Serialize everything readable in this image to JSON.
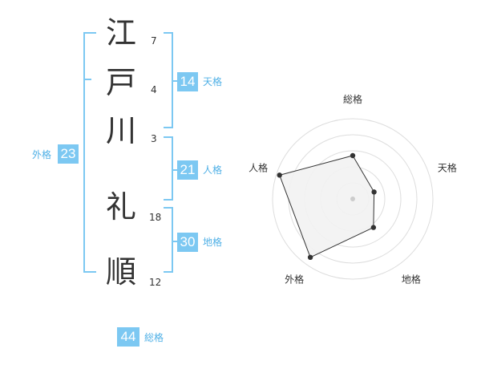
{
  "name_chars": [
    {
      "char": "江",
      "strokes": "7"
    },
    {
      "char": "戸",
      "strokes": "4"
    },
    {
      "char": "川",
      "strokes": "3"
    },
    {
      "char": "礼",
      "strokes": "18"
    },
    {
      "char": "順",
      "strokes": "12"
    }
  ],
  "fortunes": {
    "tenkaku": {
      "value": "14",
      "label": "天格"
    },
    "jinkaku": {
      "value": "21",
      "label": "人格"
    },
    "chikaku": {
      "value": "30",
      "label": "地格"
    },
    "gaikaku": {
      "value": "23",
      "label": "外格"
    },
    "soukaku": {
      "value": "44",
      "label": "総格"
    }
  },
  "chart_data": {
    "type": "radar",
    "axes": [
      "総格",
      "天格",
      "地格",
      "外格",
      "人格"
    ],
    "values": [
      2.7,
      1.4,
      2.2,
      4.5,
      4.8
    ],
    "max": 5,
    "rings": 5,
    "colors": {
      "fill": "#f2f2f2",
      "stroke": "#333333",
      "ring": "#dddddd",
      "accent": "#7cc8f2"
    }
  }
}
